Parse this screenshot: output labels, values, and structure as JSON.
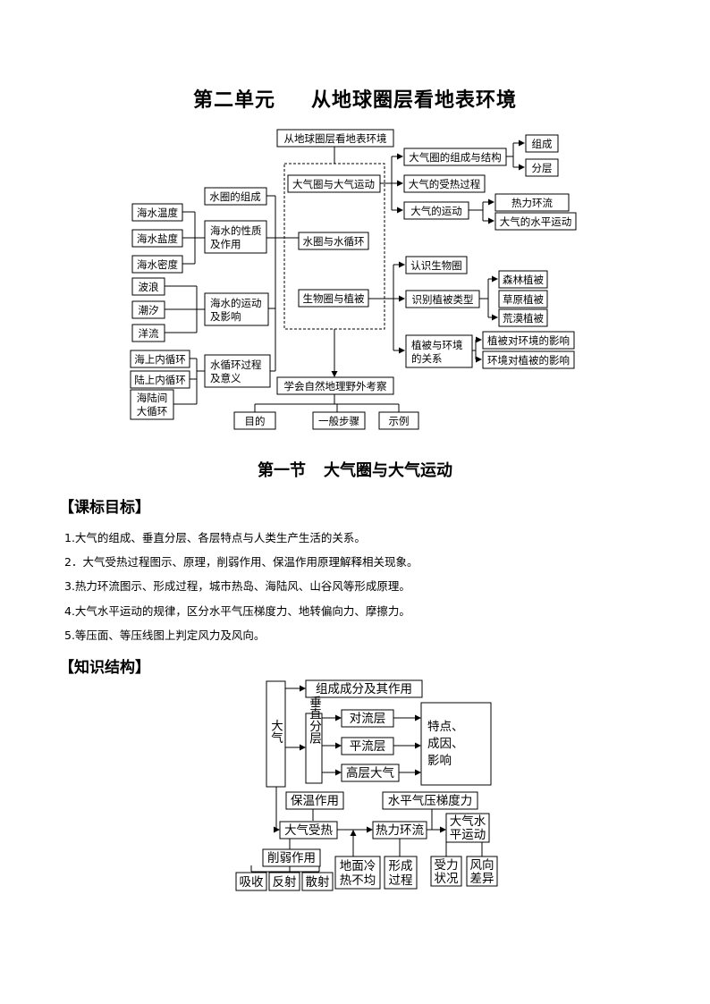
{
  "unit_title": {
    "part1": "第二单元",
    "part2": "从地球圈层看地表环境"
  },
  "section_title": {
    "part1": "第一节",
    "part2": "大气圈与大气运动"
  },
  "headings": {
    "goals": "【课标目标】",
    "structure": "【知识结构】"
  },
  "goals": [
    "1.大气的组成、垂直分层、各层特点与人类生产生活的关系。",
    "2．大气受热过程图示、原理，削弱作用、保温作用原理解释相关现象。",
    "3.热力环流图示、形成过程，城市热岛、海陆风、山谷风等形成原理。",
    "4.大气水平运动的规律，区分水平气压梯度力、地转偏向力、摩擦力。",
    "5.等压面、等压线图上判定风力及风向。"
  ],
  "map1": {
    "root": "从地球圈层看地表环境",
    "atmos_unit": "大气圈与大气运动",
    "water_unit": "水圈与水循环",
    "bio_unit": "生物圈与植被",
    "atmos_comp": "大气圈的组成与结构",
    "comp": "组成",
    "layers": "分层",
    "heating": "大气的受热过程",
    "motion": "大气的运动",
    "thermal": "热力环流",
    "horizontal": "大气的水平运动",
    "hydro_comp": "水圈的组成",
    "sea_prop": [
      "海水的性质",
      "及作用"
    ],
    "sea_temp": "海水温度",
    "sea_salt": "海水盐度",
    "sea_dens": "海水密度",
    "sea_move": [
      "海水的运动",
      "及影响"
    ],
    "waves": "波浪",
    "tides": "潮汐",
    "currents": "洋流",
    "cycle": [
      "水循环过程",
      "及意义"
    ],
    "cycle_sea": "海上内循环",
    "cycle_land": "陆上内循环",
    "cycle_big": [
      "海陆间",
      "大循环"
    ],
    "know_bio": "认识生物圈",
    "veg_types": "识别植被类型",
    "forest": "森林植被",
    "grass": "草原植被",
    "desert": "荒漠植被",
    "veg_env": [
      "植被与环境",
      "的关系"
    ],
    "veg_on_env": "植被对环境的影响",
    "env_on_veg": "环境对植被的影响",
    "field": "学会自然地理野外考察",
    "purpose": "目的",
    "steps": "一般步骤",
    "example": "示例"
  },
  "map2": {
    "atmos": "大气",
    "comp": "组成成分及其作用",
    "vertical": "垂直分层",
    "troposphere": "对流层",
    "stratosphere": "平流层",
    "upper": "高层大气",
    "features": [
      "特点、",
      "成因、",
      "影响"
    ],
    "insulation": "保温作用",
    "heating": "大气受热",
    "weakening": "削弱作用",
    "absorb": "吸收",
    "reflect": "反射",
    "scatter": "散射",
    "surface": [
      "地面冷",
      "热不均"
    ],
    "thermal": "热力环流",
    "formation": [
      "形成",
      "过程"
    ],
    "pgf": "水平气压梯度力",
    "horizontal": [
      "大气水",
      "平运动"
    ],
    "forces": [
      "受力",
      "状况"
    ],
    "wind": [
      "风向",
      "差异"
    ]
  }
}
